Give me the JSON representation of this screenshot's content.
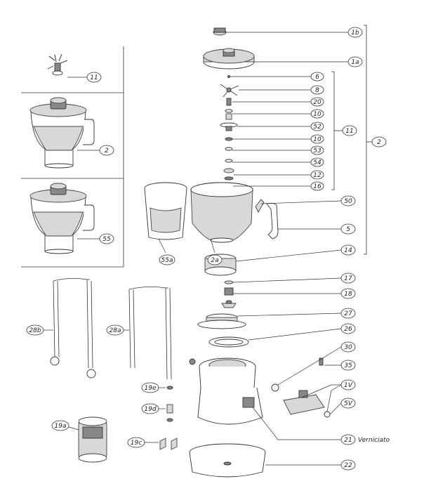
{
  "diagram": {
    "callouts": [
      {
        "id": "c-1b",
        "label": "1b"
      },
      {
        "id": "c-1a",
        "label": "1a"
      },
      {
        "id": "c-6",
        "label": "6"
      },
      {
        "id": "c-8",
        "label": "8"
      },
      {
        "id": "c-20",
        "label": "20"
      },
      {
        "id": "c-10a",
        "label": "10"
      },
      {
        "id": "c-52",
        "label": "52"
      },
      {
        "id": "c-10b",
        "label": "10"
      },
      {
        "id": "c-53",
        "label": "53"
      },
      {
        "id": "c-54",
        "label": "54"
      },
      {
        "id": "c-12",
        "label": "12"
      },
      {
        "id": "c-16",
        "label": "16"
      },
      {
        "id": "c-11g",
        "label": "11"
      },
      {
        "id": "c-2g",
        "label": "2"
      },
      {
        "id": "c-11",
        "label": "11"
      },
      {
        "id": "c-2",
        "label": "2"
      },
      {
        "id": "c-55",
        "label": "55"
      },
      {
        "id": "c-55a",
        "label": "55a"
      },
      {
        "id": "c-2a",
        "label": "2a"
      },
      {
        "id": "c-50",
        "label": "50"
      },
      {
        "id": "c-5",
        "label": "5"
      },
      {
        "id": "c-14",
        "label": "14"
      },
      {
        "id": "c-17",
        "label": "17"
      },
      {
        "id": "c-18",
        "label": "18"
      },
      {
        "id": "c-27",
        "label": "27"
      },
      {
        "id": "c-26",
        "label": "26"
      },
      {
        "id": "c-30",
        "label": "30"
      },
      {
        "id": "c-35",
        "label": "35"
      },
      {
        "id": "c-1v",
        "label": "1V"
      },
      {
        "id": "c-5v",
        "label": "5V"
      },
      {
        "id": "c-21",
        "label": "21"
      },
      {
        "id": "c-22",
        "label": "22"
      },
      {
        "id": "c-28b",
        "label": "28b"
      },
      {
        "id": "c-28a",
        "label": "28a"
      },
      {
        "id": "c-19e",
        "label": "19e"
      },
      {
        "id": "c-19d",
        "label": "19d"
      },
      {
        "id": "c-19a",
        "label": "19a"
      },
      {
        "id": "c-19c",
        "label": "19c"
      }
    ],
    "note_21": "Verniciato"
  }
}
